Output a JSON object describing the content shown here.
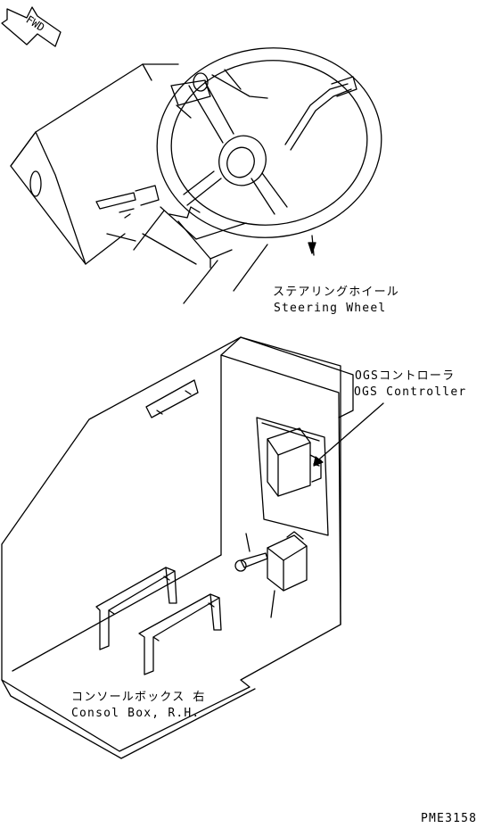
{
  "direction_arrow": {
    "label": "FWD",
    "icon": "forward-arrow-icon"
  },
  "callouts": {
    "steering_wheel": {
      "label_ja": "ステアリングホイール",
      "label_en": "Steering Wheel"
    },
    "ogs_controller": {
      "label_ja": "OGSコントローラ",
      "label_en": "OGS Controller"
    },
    "console_box": {
      "label_ja": "コンソールボックス 右",
      "label_en": "Consol Box, R.H."
    }
  },
  "figure_code": "PME3158",
  "colors": {
    "line": "#000000",
    "background": "#ffffff"
  }
}
